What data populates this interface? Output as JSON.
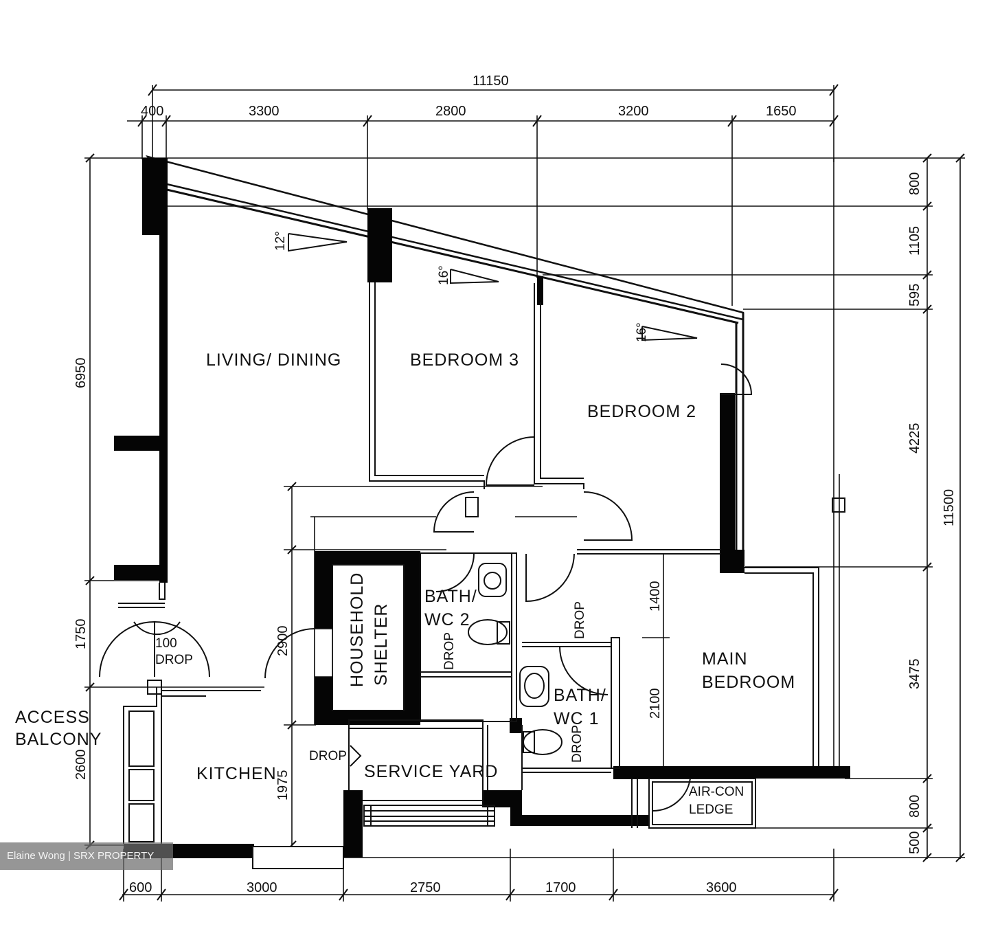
{
  "rooms": {
    "living": "LIVING/ DINING",
    "bedroom3": "BEDROOM 3",
    "bedroom2": "BEDROOM 2",
    "household_1": "HOUSEHOLD",
    "household_2": "SHELTER",
    "bath2_1": "BATH/",
    "bath2_2": "WC 2",
    "bath1_1": "BATH/",
    "bath1_2": "WC 1",
    "main_1": "MAIN",
    "main_2": "BEDROOM",
    "kitchen": "KITCHEN",
    "service_yard": "SERVICE YARD",
    "aircon_1": "AIR-CON",
    "aircon_2": "LEDGE",
    "access_1": "ACCESS",
    "access_2": "BALCONY"
  },
  "notes": {
    "drop_entry_num": "100",
    "drop": "DROP",
    "slope_a": "12°",
    "slope_b": "16°",
    "slope_c": "16°"
  },
  "dimensions": {
    "top_total": "11150",
    "top": [
      "400",
      "3300",
      "2800",
      "3200",
      "1650"
    ],
    "bottom": [
      "600",
      "3000",
      "2750",
      "1700",
      "3600"
    ],
    "left": [
      "6950",
      "1750",
      "2600"
    ],
    "right": [
      "800",
      "1105",
      "595",
      "4225",
      "3475",
      "800",
      "500"
    ],
    "right_total": "11500",
    "inner": [
      "2900",
      "1975",
      "1400",
      "2100"
    ]
  },
  "watermark": "Elaine Wong | SRX PROPERTY"
}
